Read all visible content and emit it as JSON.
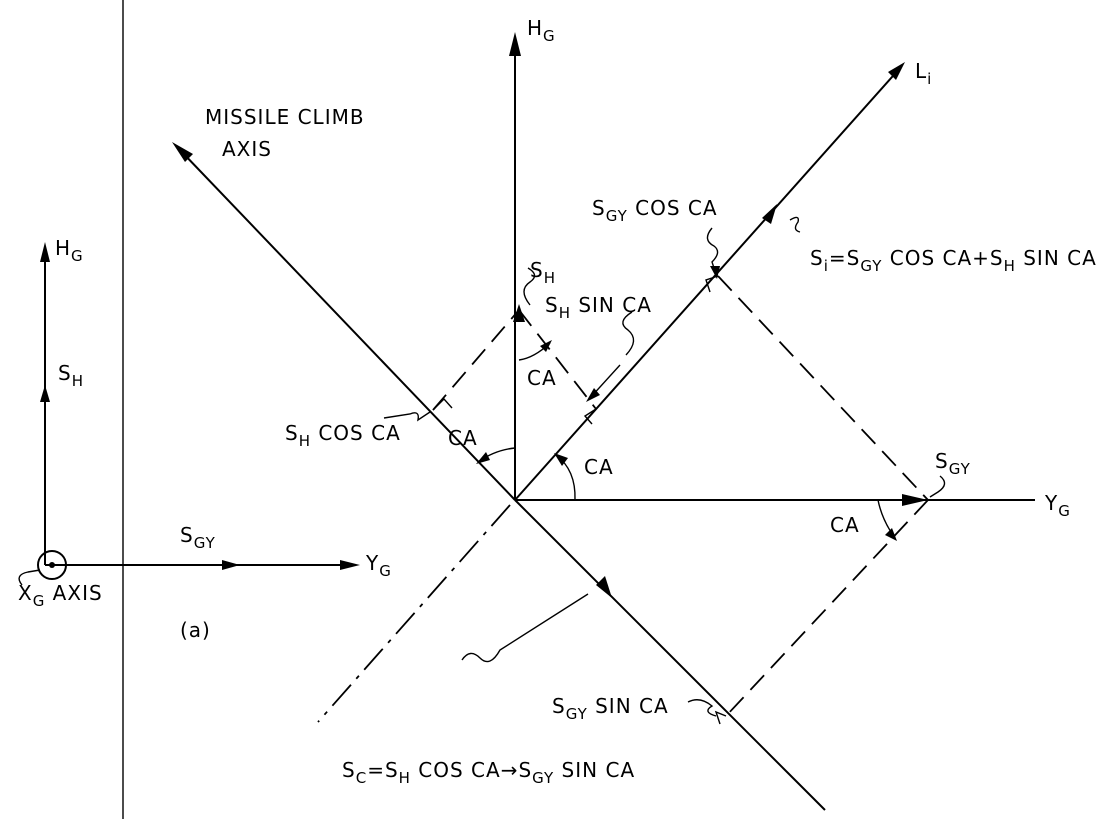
{
  "diagram": {
    "panel_a": {
      "hg_label": "H",
      "hg_sub": "G",
      "sh_label": "S",
      "sh_sub": "H",
      "sgy_label": "S",
      "sgy_sub": "GY",
      "yg_label": "Y",
      "yg_sub": "G",
      "xg_label": "X",
      "xg_sub": "G",
      "xg_suffix": " AXIS",
      "caption": "(a)"
    },
    "main": {
      "hg_label": "H",
      "hg_sub": "G",
      "li_label": "L",
      "li_sub": "i",
      "yg_label": "Y",
      "yg_sub": "G",
      "missile_line1": "MISSILE CLIMB",
      "missile_line2": "AXIS",
      "sgy_cos_s": "S",
      "sgy_cos_sub": "GY",
      "sgy_cos_rest": " COS CA",
      "si_s": "S",
      "si_sub": "i",
      "si_mid": "=S",
      "si_sub2": "GY",
      "si_mid2": " COS CA+S",
      "si_sub3": "H",
      "si_end": " SIN CA",
      "sh_top": "S",
      "sh_top_sub": "H",
      "sh_sin_s": "S",
      "sh_sin_sub": "H",
      "sh_sin_rest": " SIN CA",
      "sh_cos_s": "S",
      "sh_cos_sub": "H",
      "sh_cos_rest": " COS CA",
      "ca_1": "CA",
      "ca_2": "CA",
      "ca_3": "CA",
      "ca_4": "CA",
      "sgy_right_s": "S",
      "sgy_right_sub": "GY",
      "sgy_sin_s": "S",
      "sgy_sin_sub": "GY",
      "sgy_sin_rest": " SIN CA",
      "sc_s": "S",
      "sc_sub": "C",
      "sc_mid": "=S",
      "sc_sub2": "H",
      "sc_mid2": " COS CA",
      "sc_arrow": "→",
      "sc_s3": "S",
      "sc_sub3": "GY",
      "sc_end": " SIN CA"
    }
  }
}
